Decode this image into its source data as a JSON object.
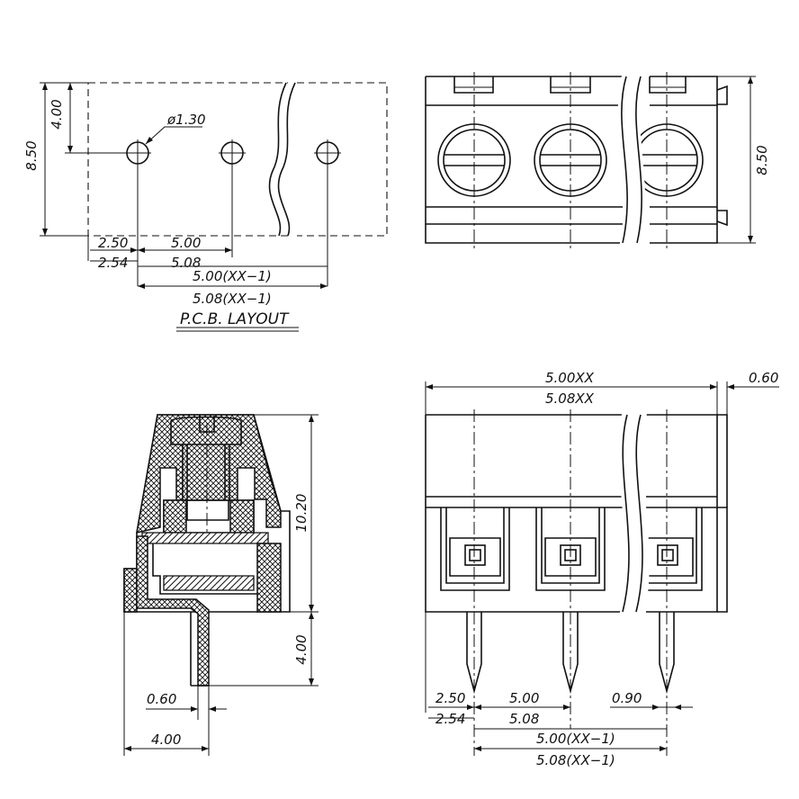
{
  "pcb_layout": {
    "title": "P.C.B. LAYOUT",
    "hole_dia": "ø1.30",
    "dim_height": "8.50",
    "dim_hole_offset": "4.00",
    "dim_edge_a": "2.50",
    "dim_edge_b": "2.54",
    "dim_pitch_a": "5.00",
    "dim_pitch_b": "5.08",
    "dim_total_a": "5.00(XX−1)",
    "dim_total_b": "5.08(XX−1)"
  },
  "top_view": {
    "dim_height": "8.50"
  },
  "side_view": {
    "dim_body_height": "10.20",
    "dim_pin_length": "4.00",
    "dim_pin_thickness": "0.60",
    "dim_base_width": "4.00"
  },
  "front_view": {
    "dim_width_a": "5.00XX",
    "dim_width_b": "5.08XX",
    "dim_end": "0.60",
    "dim_edge_a": "2.50",
    "dim_edge_b": "2.54",
    "dim_pitch_a": "5.00",
    "dim_pitch_b": "5.08",
    "dim_pin_width": "0.90",
    "dim_total_a": "5.00(XX−1)",
    "dim_total_b": "5.08(XX−1)"
  }
}
